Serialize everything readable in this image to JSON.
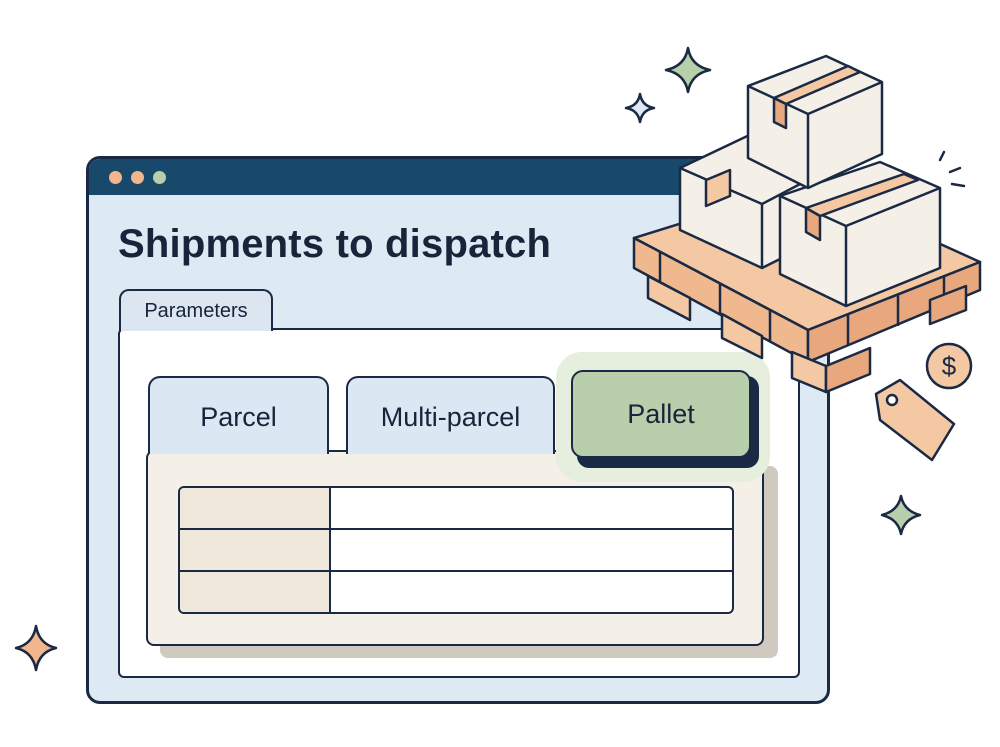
{
  "window": {
    "title": "Shipments to dispatch",
    "titlebar_dots": [
      "#f3b68c",
      "#f3b68c",
      "#b9cfac"
    ],
    "titlebar_color": "#19496a"
  },
  "parameters_tab": {
    "label": "Parameters"
  },
  "shipment_tabs": [
    {
      "label": "Parcel",
      "selected": false
    },
    {
      "label": "Multi-parcel",
      "selected": false
    },
    {
      "label": "Pallet",
      "selected": true
    }
  ],
  "details_table": {
    "rows": [
      {
        "label": "",
        "value": ""
      },
      {
        "label": "",
        "value": ""
      },
      {
        "label": "",
        "value": ""
      }
    ]
  },
  "illustration": {
    "price_tag_symbol": "$",
    "icons": [
      "sparkle-icon",
      "box-stack-icon",
      "pallet-icon",
      "dollar-coin-icon",
      "price-tag-icon"
    ]
  },
  "colors": {
    "outline": "#1b2a44",
    "window_bg": "#dde9f3",
    "selected_tab": "#b9cfac",
    "content_bg": "#f5f0e7",
    "accent_peach": "#f3b68c"
  }
}
